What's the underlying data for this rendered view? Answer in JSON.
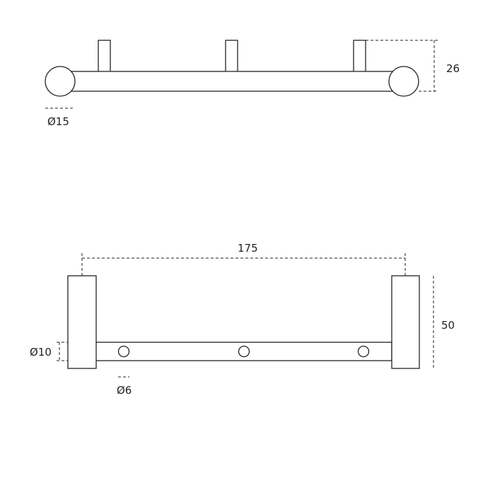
{
  "dimensions": {
    "end_cap_diameter": "Ø15",
    "total_height": "26",
    "total_length": "175",
    "depth": "50",
    "bar_diameter": "Ø10",
    "hole_diameter": "Ø6"
  },
  "colors": {
    "stroke": "#222222",
    "background": "#ffffff"
  }
}
